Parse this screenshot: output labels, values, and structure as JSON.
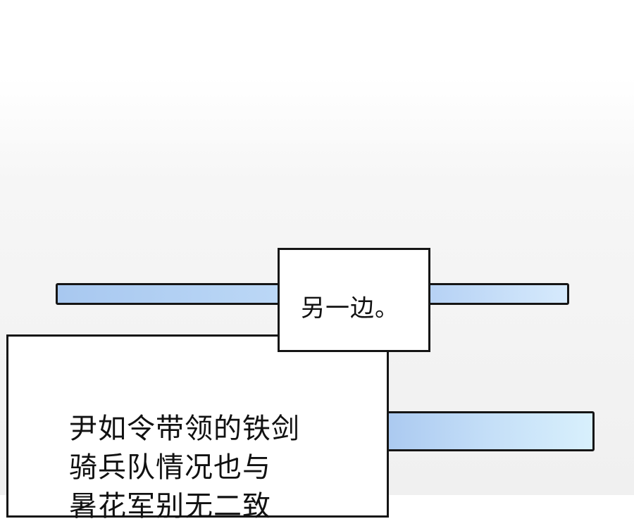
{
  "captions": {
    "small": "另一边。",
    "large_lines": [
      "尹如令带领的铁剑",
      "骑兵队情况也与",
      "暑花军别无二致"
    ]
  },
  "colors": {
    "border": "#151515",
    "bar_blue": "#a8c8f0",
    "bar_light": "#d8f0fc",
    "caption_bg": "#ffffff"
  }
}
